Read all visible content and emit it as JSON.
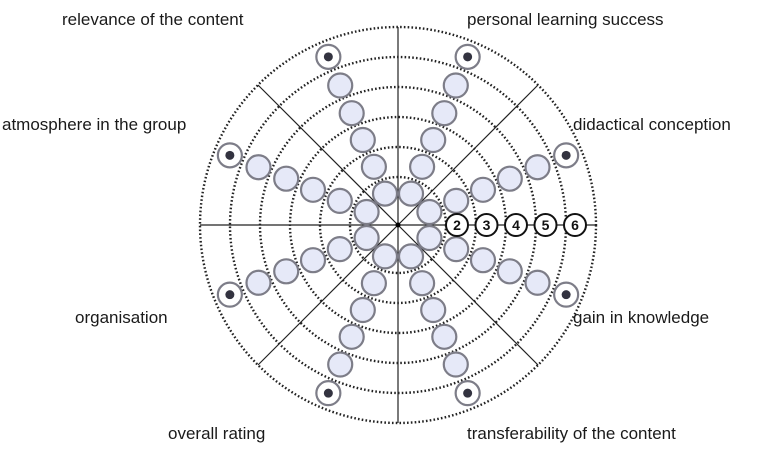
{
  "categories": [
    {
      "id": "relevance",
      "label": "relevance of the content",
      "angle_deg": -112.5
    },
    {
      "id": "personal",
      "label": "personal learning success",
      "angle_deg": -67.5
    },
    {
      "id": "didactical",
      "label": "didactical conception",
      "angle_deg": -22.5
    },
    {
      "id": "gain",
      "label": "gain in knowledge",
      "angle_deg": 22.5
    },
    {
      "id": "transferability",
      "label": "transferability of the content",
      "angle_deg": 67.5
    },
    {
      "id": "overall",
      "label": "overall rating",
      "angle_deg": 112.5
    },
    {
      "id": "organisation",
      "label": "organisation",
      "angle_deg": 157.5
    },
    {
      "id": "atmosphere",
      "label": "atmosphere in the group",
      "angle_deg": -157.5
    }
  ],
  "scale_labels": [
    "2",
    "3",
    "4",
    "5",
    "6"
  ],
  "selected_level": 6,
  "levels": 6,
  "colors": {
    "bead_fill": "#e6e9f8",
    "bead_stroke": "#7d7d88",
    "ring": "#222222",
    "selected_dot": "#333340"
  }
}
